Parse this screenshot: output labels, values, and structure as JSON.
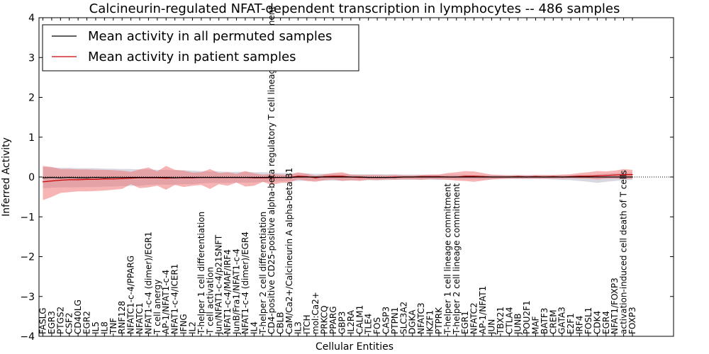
{
  "chart_data": {
    "type": "line",
    "title": "Calcineurin-regulated NFAT-dependent transcription in lymphocytes -- 486 samples",
    "xlabel": "Cellular Entities",
    "ylabel": "Inferred Activity",
    "ylim": [
      -4,
      4
    ],
    "yticks": [
      -4,
      -3,
      -2,
      -1,
      0,
      1,
      2,
      3,
      4
    ],
    "ytick_labels": [
      "−4",
      "−3",
      "−2",
      "−1",
      "0",
      "1",
      "2",
      "3",
      "4"
    ],
    "legend_position": "top-left",
    "categories": [
      "FASLG",
      "EGR3",
      "PTGS2",
      "CSF2",
      "CD40LG",
      "EGR2",
      "IL5",
      "IL8",
      "TNF",
      "RNF128",
      "NFATC1-c-4/PPARG",
      "NFATC1",
      "NFAT1-c-4 (dimer)/EGR1",
      "T cell anergy",
      "AP-1/NFAT1-c-4",
      "NFAT1-c-4/ICER1",
      "IFNG",
      "IL2",
      "T-helper 1 cell differentiation",
      "T cell activation",
      "Jun/NFAT1-c-4/p21SNFT",
      "NFAT1-c-4/MAF/IRF4",
      "JunB/Fra1/NFAT1-c-4",
      "NFAT1-c-4 (dimer)/EGR4",
      "IL4",
      "T-helper 2 cell differentiation",
      "CD4-positive CD25-positive alpha-beta regulatory T cell lineage commitment",
      "CBLB",
      "CaM/Ca2+/Calcineurin A alpha-beta B1",
      "IL3",
      "ITCH",
      "mol:Ca2+",
      "PRKCQ",
      "PPARG",
      "GBP3",
      "IL2RA",
      "CALM1",
      "TLE4",
      "FOS",
      "CASP3",
      "PTPN1",
      "SLC3A2",
      "DGKA",
      "NFATC3",
      "IKZF1",
      "PTPRK",
      "T-helper 1 cell lineage commitment",
      "T-helper 2 cell lineage commitment",
      "EGR1",
      "NFATC2",
      "AP-1/NFAT1",
      "JUN",
      "TBX21",
      "CTLA4",
      "JUNB",
      "POU2F1",
      "MAF",
      "BATF3",
      "CREM",
      "GATA3",
      "E2F1",
      "IRF4",
      "FOSL1",
      "CDK4",
      "EGR4",
      "NFAT1/FOXP3",
      "activation-induced cell death of T cells",
      "FOXP3"
    ],
    "series": [
      {
        "name": "Mean activity in all permuted samples",
        "color": "#000000",
        "values": [
          -0.02,
          -0.01,
          -0.02,
          -0.01,
          -0.02,
          -0.02,
          -0.01,
          -0.02,
          -0.01,
          -0.01,
          -0.01,
          -0.01,
          -0.01,
          -0.01,
          -0.01,
          -0.02,
          -0.01,
          -0.01,
          -0.01,
          -0.01,
          -0.01,
          -0.01,
          -0.01,
          -0.01,
          -0.01,
          -0.01,
          -0.01,
          -0.01,
          -0.01,
          0.0,
          0.0,
          0.0,
          0.0,
          0.0,
          0.0,
          0.0,
          0.0,
          -0.01,
          -0.01,
          -0.01,
          -0.01,
          0.0,
          0.0,
          0.0,
          0.0,
          0.0,
          0.0,
          0.0,
          0.0,
          0.0,
          0.0,
          0.0,
          0.0,
          0.0,
          0.0,
          0.0,
          0.0,
          0.0,
          0.0,
          0.0,
          0.0,
          0.0,
          0.0,
          0.0,
          0.0,
          0.0,
          0.0,
          0.0
        ],
        "band_lower": [
          -0.28,
          -0.27,
          -0.26,
          -0.26,
          -0.26,
          -0.25,
          -0.25,
          -0.24,
          -0.24,
          -0.23,
          -0.22,
          -0.22,
          -0.2,
          -0.19,
          -0.19,
          -0.19,
          -0.18,
          -0.18,
          -0.16,
          -0.15,
          -0.15,
          -0.15,
          -0.14,
          -0.14,
          -0.14,
          -0.13,
          -0.12,
          -0.11,
          -0.1,
          -0.1,
          -0.09,
          -0.09,
          -0.09,
          -0.09,
          -0.09,
          -0.09,
          -0.08,
          -0.08,
          -0.08,
          -0.08,
          -0.07,
          -0.07,
          -0.07,
          -0.07,
          -0.07,
          -0.07,
          -0.06,
          -0.06,
          -0.06,
          -0.06,
          -0.06,
          -0.06,
          -0.05,
          -0.05,
          -0.05,
          -0.05,
          -0.05,
          -0.05,
          -0.06,
          -0.07,
          -0.08,
          -0.1,
          -0.12,
          -0.15,
          -0.12,
          -0.1,
          -0.08,
          -0.07
        ],
        "band_upper": [
          0.25,
          0.24,
          0.23,
          0.23,
          0.22,
          0.22,
          0.22,
          0.21,
          0.21,
          0.2,
          0.2,
          0.19,
          0.19,
          0.18,
          0.18,
          0.17,
          0.17,
          0.16,
          0.15,
          0.14,
          0.14,
          0.13,
          0.13,
          0.13,
          0.12,
          0.12,
          0.11,
          0.1,
          0.1,
          0.09,
          0.09,
          0.08,
          0.08,
          0.08,
          0.08,
          0.07,
          0.07,
          0.07,
          0.07,
          0.07,
          0.07,
          0.06,
          0.06,
          0.06,
          0.06,
          0.06,
          0.06,
          0.06,
          0.06,
          0.05,
          0.05,
          0.05,
          0.05,
          0.05,
          0.05,
          0.05,
          0.05,
          0.05,
          0.05,
          0.05,
          0.05,
          0.06,
          0.06,
          0.07,
          0.08,
          0.09,
          0.1,
          0.11
        ]
      },
      {
        "name": "Mean activity in patient samples",
        "color": "#cc0000",
        "values": [
          -0.12,
          -0.1,
          -0.08,
          -0.07,
          -0.07,
          -0.06,
          -0.06,
          -0.05,
          -0.05,
          -0.04,
          -0.03,
          -0.02,
          -0.02,
          -0.02,
          -0.03,
          -0.02,
          -0.02,
          -0.02,
          -0.01,
          -0.01,
          -0.01,
          -0.01,
          -0.01,
          -0.01,
          -0.02,
          -0.02,
          -0.02,
          -0.01,
          -0.01,
          0.02,
          0.01,
          -0.02,
          0.01,
          0.02,
          0.02,
          0.0,
          -0.01,
          -0.01,
          -0.01,
          -0.01,
          0.0,
          0.0,
          0.0,
          0.01,
          0.01,
          0.01,
          0.0,
          0.0,
          0.02,
          0.02,
          0.01,
          0.0,
          0.0,
          0.0,
          0.01,
          0.0,
          0.01,
          0.0,
          0.01,
          0.0,
          0.01,
          0.02,
          0.02,
          0.03,
          0.04,
          0.05,
          0.06,
          0.06
        ],
        "band_lower": [
          -0.58,
          -0.5,
          -0.4,
          -0.38,
          -0.36,
          -0.36,
          -0.35,
          -0.34,
          -0.32,
          -0.3,
          -0.18,
          -0.28,
          -0.26,
          -0.22,
          -0.32,
          -0.2,
          -0.25,
          -0.22,
          -0.2,
          -0.3,
          -0.18,
          -0.22,
          -0.14,
          -0.24,
          -0.22,
          -0.12,
          -0.2,
          -0.15,
          -0.14,
          -0.06,
          -0.1,
          -0.12,
          -0.08,
          -0.06,
          -0.1,
          -0.08,
          -0.1,
          -0.07,
          -0.08,
          -0.06,
          -0.07,
          -0.06,
          -0.06,
          -0.07,
          -0.05,
          -0.06,
          -0.07,
          -0.09,
          -0.1,
          -0.12,
          -0.09,
          -0.06,
          -0.05,
          -0.04,
          -0.04,
          -0.04,
          -0.04,
          -0.04,
          -0.04,
          -0.04,
          -0.03,
          -0.04,
          -0.04,
          -0.06,
          -0.04,
          -0.04,
          -0.05,
          -0.05
        ],
        "band_upper": [
          0.28,
          0.25,
          0.2,
          0.2,
          0.19,
          0.19,
          0.18,
          0.18,
          0.17,
          0.16,
          0.13,
          0.19,
          0.24,
          0.14,
          0.28,
          0.18,
          0.16,
          0.11,
          0.12,
          0.2,
          0.1,
          0.12,
          0.08,
          0.15,
          0.09,
          0.06,
          0.08,
          0.06,
          0.05,
          0.12,
          0.08,
          0.03,
          0.07,
          0.1,
          0.12,
          0.06,
          0.05,
          0.05,
          0.05,
          0.04,
          0.05,
          0.04,
          0.04,
          0.05,
          0.06,
          0.06,
          0.1,
          0.12,
          0.15,
          0.14,
          0.1,
          0.06,
          0.05,
          0.04,
          0.05,
          0.04,
          0.05,
          0.05,
          0.05,
          0.06,
          0.07,
          0.1,
          0.12,
          0.15,
          0.14,
          0.16,
          0.2,
          0.18
        ]
      }
    ]
  }
}
